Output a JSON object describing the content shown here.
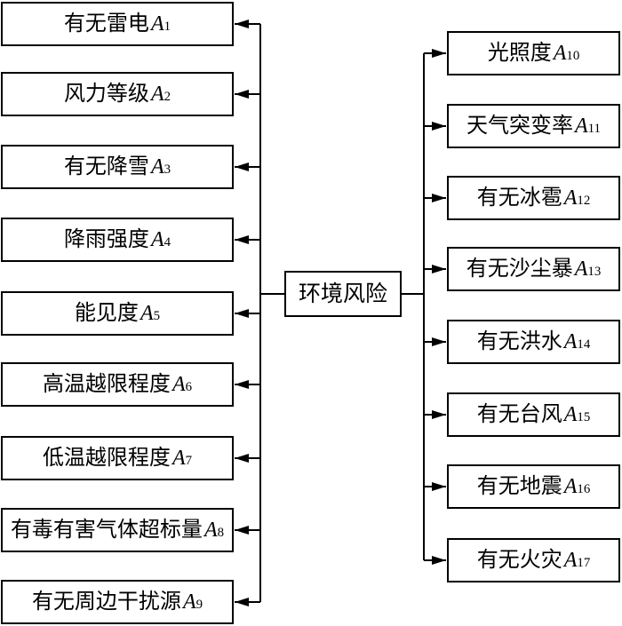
{
  "diagram": {
    "center_node": {
      "label": "环境风险"
    },
    "left_nodes": [
      {
        "text": "有无雷电",
        "var": "A",
        "sub": "1"
      },
      {
        "text": "风力等级",
        "var": "A",
        "sub": "2"
      },
      {
        "text": "有无降雪",
        "var": "A",
        "sub": "3"
      },
      {
        "text": "降雨强度",
        "var": "A",
        "sub": "4"
      },
      {
        "text": "能见度",
        "var": "A",
        "sub": "5"
      },
      {
        "text": "高温越限程度",
        "var": "A",
        "sub": "6"
      },
      {
        "text": "低温越限程度",
        "var": "A",
        "sub": "7"
      },
      {
        "text": "有毒有害气体超标量",
        "var": "A",
        "sub": "8"
      },
      {
        "text": "有无周边干扰源",
        "var": "A",
        "sub": "9"
      }
    ],
    "right_nodes": [
      {
        "text": "光照度",
        "var": "A",
        "sub": "10"
      },
      {
        "text": "天气突变率",
        "var": "A",
        "sub": "11"
      },
      {
        "text": "有无冰雹",
        "var": "A",
        "sub": "12"
      },
      {
        "text": "有无沙尘暴",
        "var": "A",
        "sub": "13"
      },
      {
        "text": "有无洪水",
        "var": "A",
        "sub": "14"
      },
      {
        "text": "有无台风",
        "var": "A",
        "sub": "15"
      },
      {
        "text": "有无地震",
        "var": "A",
        "sub": "16"
      },
      {
        "text": "有无火灾",
        "var": "A",
        "sub": "17"
      }
    ],
    "colors": {
      "line": "#000000",
      "box_border": "#000000",
      "box_bg": "#ffffff",
      "text": "#000000"
    }
  }
}
